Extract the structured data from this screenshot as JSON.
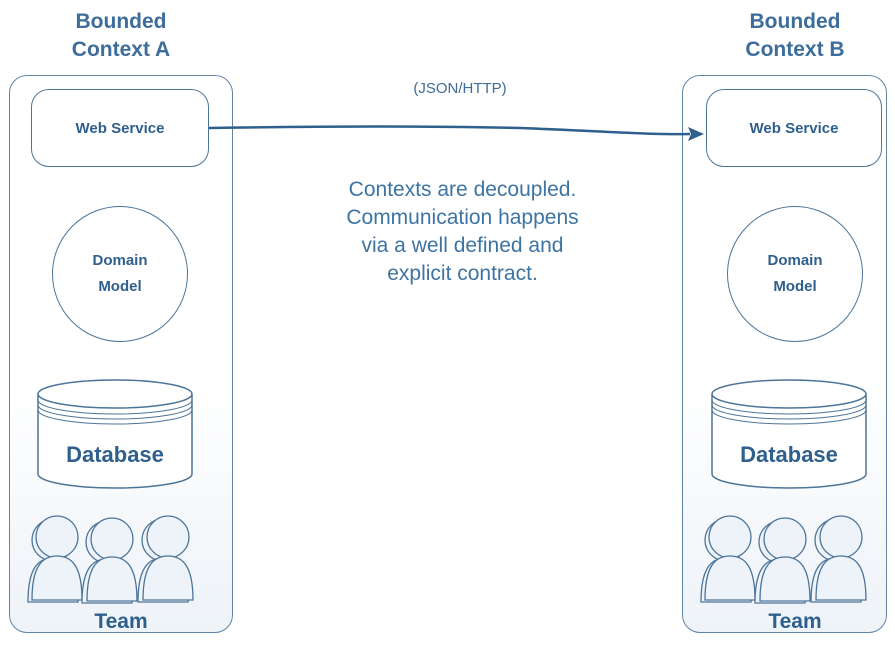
{
  "protocol_label": "(JSON/HTTP)",
  "note_lines": [
    "Contexts are decoupled.",
    "Communication happens",
    "via a well defined and",
    "explicit contract."
  ],
  "contexts": [
    {
      "title": "Bounded\nContext A",
      "web_service": "Web Service",
      "domain_model": "Domain\nModel",
      "database": "Database",
      "team": "Team"
    },
    {
      "title": "Bounded\nContext B",
      "web_service": "Web Service",
      "domain_model": "Domain\nModel",
      "database": "Database",
      "team": "Team"
    }
  ],
  "colors": {
    "primary": "#2f5f8c",
    "border": "#5f84a8",
    "note_text": "#3d74a3",
    "person_fill": "#eef3f9"
  },
  "icons": [
    "database-cylinder-icon",
    "person-icon",
    "arrow-head-icon"
  ]
}
